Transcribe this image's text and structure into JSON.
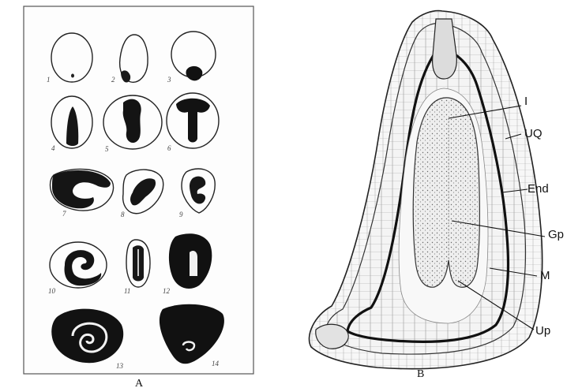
{
  "panel_a": {
    "label": "A",
    "figures": [
      "1",
      "2",
      "3",
      "4",
      "5",
      "6",
      "7",
      "8",
      "9",
      "10",
      "11",
      "12",
      "13",
      "14"
    ]
  },
  "panel_b": {
    "label": "B",
    "callouts": [
      "I",
      "UQ",
      "End",
      "Gp",
      "M",
      "Up"
    ]
  }
}
